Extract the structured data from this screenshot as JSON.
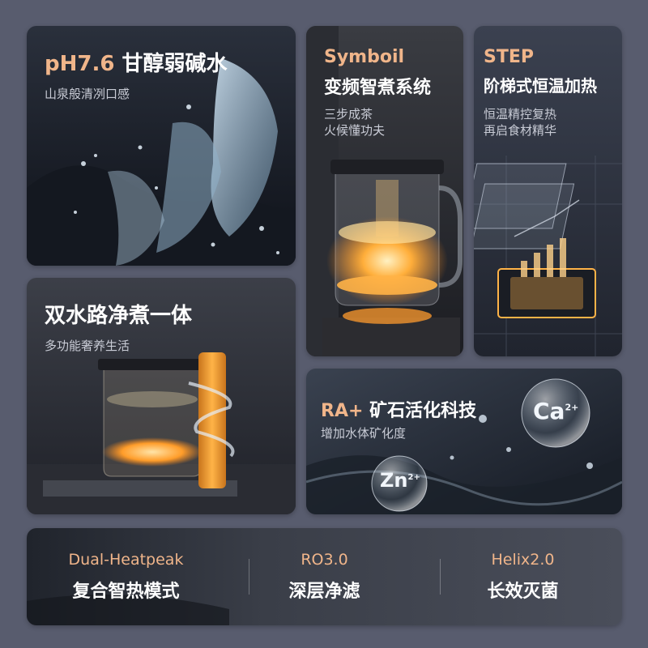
{
  "cards": {
    "ph": {
      "title_accent": "pH7.6",
      "title_rest": "甘醇弱碱水",
      "subtitle": "山泉般清冽口感"
    },
    "symboil": {
      "title_en": "Symboil",
      "title_cn": "变频智煮系统",
      "sub1": "三步成茶",
      "sub2": "火候懂功夫"
    },
    "step": {
      "title_en": "STEP",
      "title_cn": "阶梯式恒温加热",
      "sub1": "恒温精控复热",
      "sub2": "再启食材精华"
    },
    "dual": {
      "title": "双水路净煮一体",
      "subtitle": "多功能奢养生活"
    },
    "ra": {
      "title_accent": "RA+",
      "title_rest": "矿石活化科技",
      "subtitle": "增加水体矿化度",
      "ion_ca": "Ca",
      "ion_ca_charge": "2+",
      "ion_zn": "Zn",
      "ion_zn_charge": "2+"
    }
  },
  "features": [
    {
      "en": "Dual-Heatpeak",
      "cn": "复合智热模式"
    },
    {
      "en": "RO3.0",
      "cn": "深层净滤"
    },
    {
      "en": "Helix2.0",
      "cn": "长效灭菌"
    }
  ],
  "colors": {
    "accent": "#f0b58a",
    "glow": "#ffae3a",
    "page_bg": "#585c6e"
  }
}
